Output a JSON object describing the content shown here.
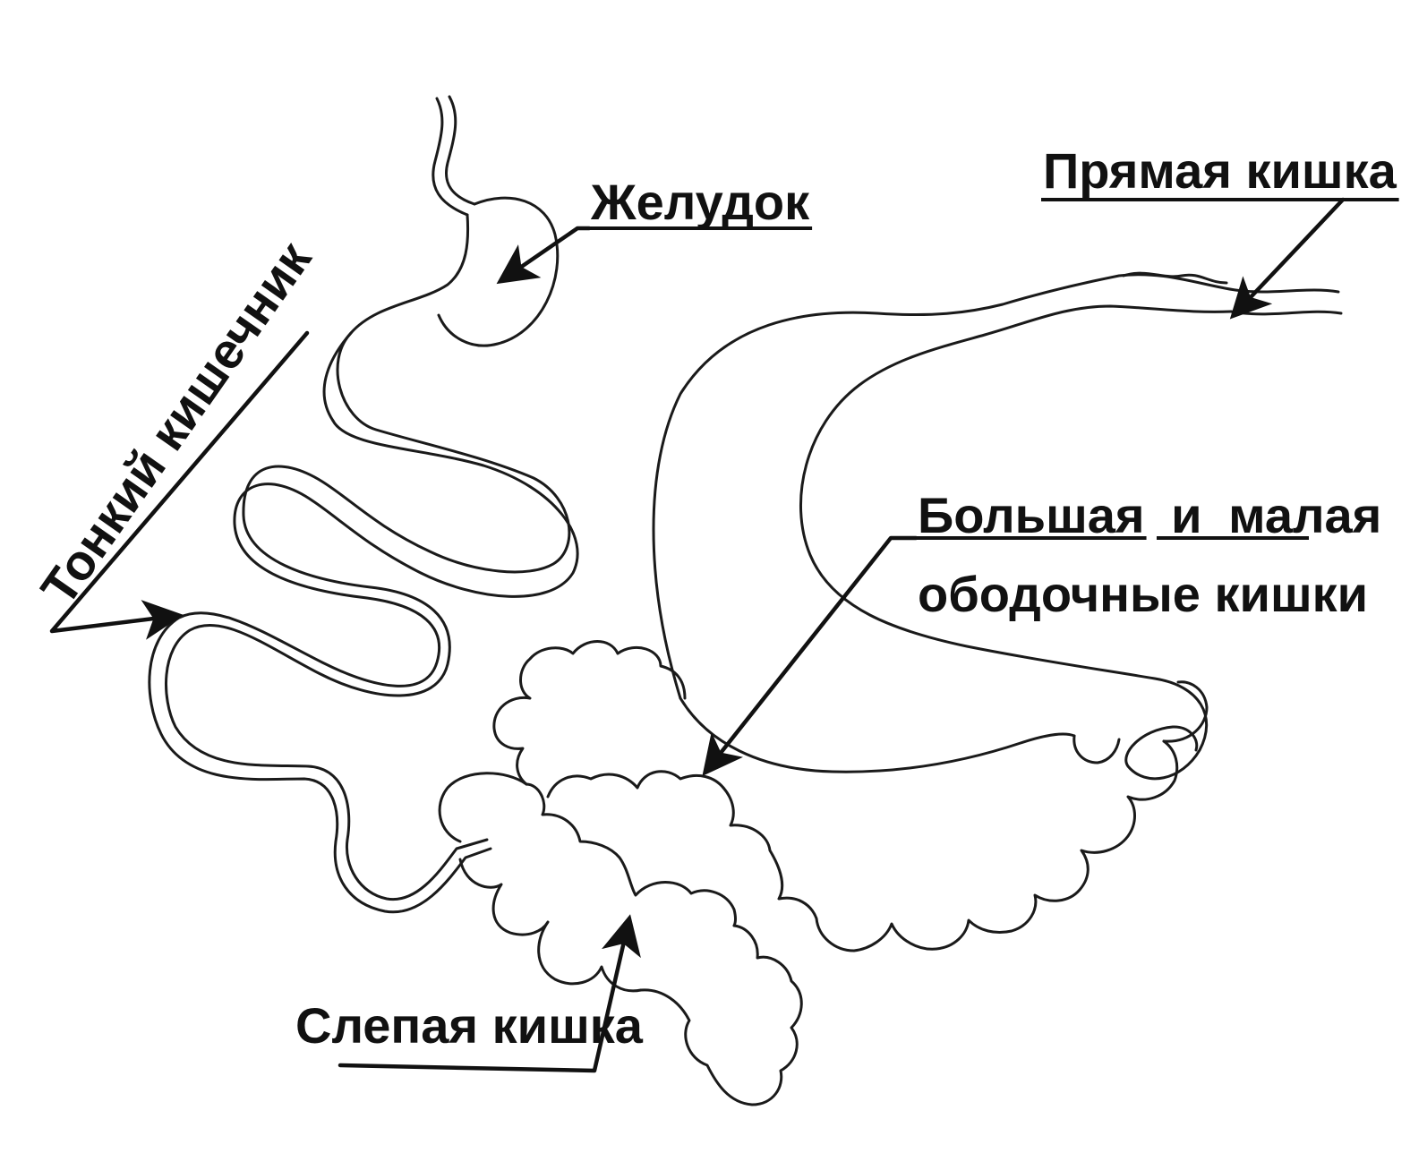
{
  "labels": {
    "stomach": "Желудок",
    "rectum": "Прямая кишка",
    "small_intestine": "Тонкий кишечник",
    "colon_big": "Большая",
    "colon_and": "и",
    "colon_small": "малая",
    "colon_line2": "ободочные кишки",
    "cecum": "Слепая кишка"
  }
}
